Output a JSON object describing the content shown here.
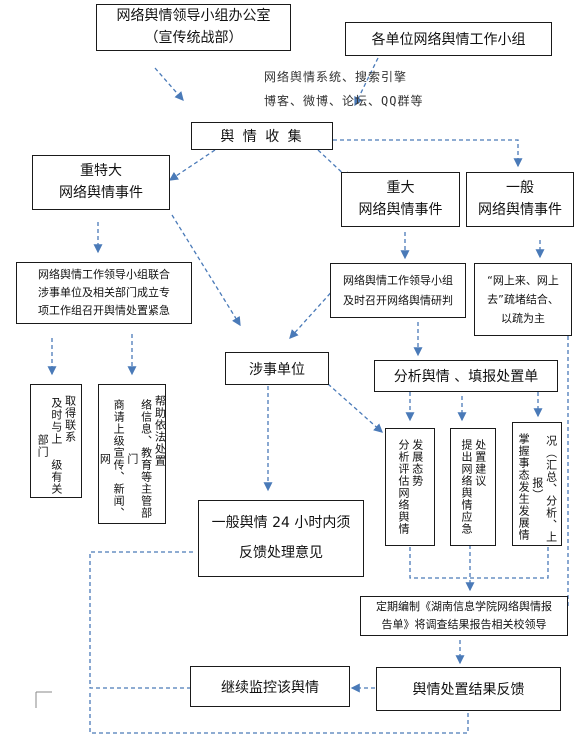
{
  "office": {
    "line1": "网络舆情领导小组办公室",
    "line2": "（宣传统战部）"
  },
  "unit_group": {
    "label": "各单位网络舆情工作小组"
  },
  "sources": {
    "line1": "网络舆情系统、搜索引擎",
    "line2": "博客、微博、论坛、QQ群等"
  },
  "collect": {
    "label": "舆 情 收 集"
  },
  "major_special": {
    "line1": "重特大",
    "line2": "网络舆情事件"
  },
  "major": {
    "line1": "重大",
    "line2": "网络舆情事件"
  },
  "general": {
    "line1": "一般",
    "line2": "网络舆情事件"
  },
  "special_action": {
    "line1": "网络舆情工作领导小组联合",
    "line2": "涉事单位及相关部门成立专",
    "line3": "项工作组召开舆情处置紧急"
  },
  "major_action": {
    "line1": "网络舆情工作领导小组",
    "line2": "及时召开网络舆情研判"
  },
  "general_action": {
    "line1": "“网上来、网上",
    "line2": "去”疏堵结合、",
    "line3": "以疏为主"
  },
  "involved_unit": {
    "label": "涉事单位"
  },
  "analyze": {
    "label": "分析舆情 、填报处置单"
  },
  "v_report": {
    "col1": "及时与上 级有关部门",
    "col2": "取得联系"
  },
  "v_request": {
    "col1": "商请上级宣传、新闻、网",
    "col2": "络信息、教育等主管部门",
    "col3": "帮助依法处置"
  },
  "v_analyze": {
    "col1": "分析评估网络舆情",
    "col2": "发展态势"
  },
  "v_propose": {
    "col1": "提出网络舆情应急",
    "col2": "处置建议"
  },
  "v_grasp": {
    "col1": "掌握事态发生发展情",
    "col2": "况（汇总、分析、上报）"
  },
  "feedback24": {
    "line1": "一般舆情 24 小时内须",
    "line2": "反馈处理意见"
  },
  "regular_report": {
    "line1": "定期编制《湖南信息学院网络舆情报",
    "line2": "告单》将调查结果报告相关校领导"
  },
  "continue_monitor": {
    "label": "继续监控该舆情"
  },
  "result_feedback": {
    "label": "舆情处置结果反馈"
  }
}
